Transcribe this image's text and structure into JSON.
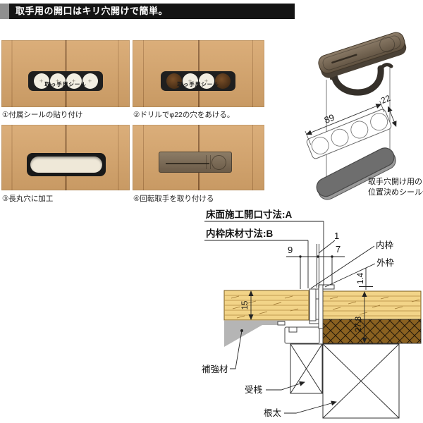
{
  "header": {
    "title": "取手用の開口はキリ穴開けで簡単。"
  },
  "steps": {
    "plus_mark": "+",
    "sticker_text": "取っ手用シール",
    "captions": {
      "s1": "①付属シールの貼り付け",
      "s2": "②ドリルでφ22の穴をあける。",
      "s3": "③長丸穴に加工",
      "s4": "④回転取手を取り付ける"
    }
  },
  "product": {
    "dim_length": "89",
    "dim_width": "22",
    "note1": "取手穴開け用の",
    "note2": "位置決めシール付"
  },
  "diagram": {
    "title_a": "床面施工開口寸法:A",
    "title_b": "内枠床材寸法:B",
    "dim_9": "9",
    "dim_1": "1",
    "dim_7": "7",
    "dim_1_4": "1.4",
    "dim_15": "15",
    "dim_27_8": "27.8",
    "label_inner_frame": "内枠",
    "label_outer_frame": "外枠",
    "label_reinforcement": "補強材",
    "label_rail": "受桟",
    "label_joist": "根太"
  },
  "colors": {
    "header_bar": "#141414",
    "photo_wood": "#d7a56b",
    "floor_wood_yellow": "#f2d488",
    "base_brown": "#8a6120",
    "reinforcement_gray": "#b5b5b5",
    "bronze_handle": "#7b6a55"
  }
}
